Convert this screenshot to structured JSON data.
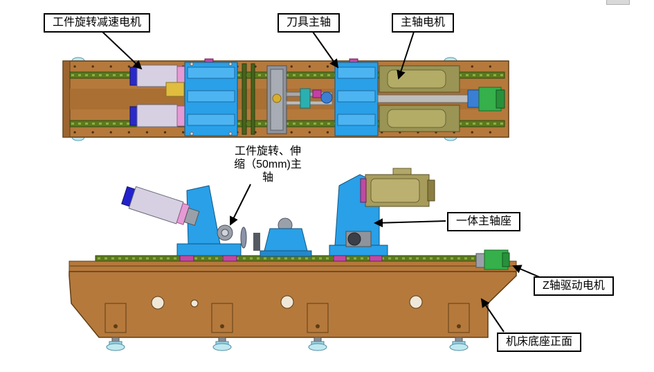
{
  "diagram": {
    "callouts": [
      {
        "id": "workpiece-rotation-reduction-motor",
        "label": "工件旋转减速电机",
        "boxed": true
      },
      {
        "id": "tool-spindle",
        "label": "刀具主轴",
        "boxed": true
      },
      {
        "id": "spindle-motor",
        "label": "主轴电机",
        "boxed": true
      },
      {
        "id": "workpiece-rotation-telescopic-spindle",
        "label": "工件旋转、伸缩（50mm)主轴",
        "boxed": false,
        "lines": [
          "工件旋转、伸",
          "缩（50mm)主",
          "轴"
        ]
      },
      {
        "id": "integrated-spindle-seat",
        "label": "一体主轴座",
        "boxed": true
      },
      {
        "id": "z-axis-drive-motor",
        "label": "Z轴驱动电机",
        "boxed": true
      },
      {
        "id": "machine-base-front",
        "label": "机床底座正面",
        "boxed": true
      }
    ],
    "colors": {
      "base_brown": "#b5793c",
      "base_brown_dark": "#5f3d14",
      "rail_green": "#5a7a1e",
      "component_blue": "#29a0e8",
      "component_blue_dark": "#14557e",
      "motor_khaki": "#a89c5c",
      "motor_green": "#35b04a",
      "motor_lavender": "#d6d0e2",
      "cap_navy": "#2a2acc",
      "flange_pink": "#e59ad5",
      "pad_magenta": "#c04aa0",
      "foot_cyan": "#bfe8f0",
      "shaft_gray": "#bdbdbd",
      "callout_border": "#000000",
      "background": "#ffffff"
    }
  }
}
